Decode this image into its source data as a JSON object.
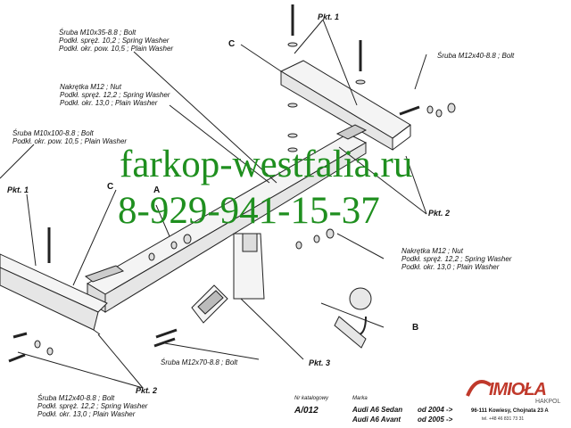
{
  "labels": {
    "bolt_top": [
      "Śruba M10x35-8.8   ;  Bolt",
      "Podkł. spręż. 10,2 ; Spring Washer",
      "Podkł. okr. pow. 10,5 ; Plain Washer"
    ],
    "nut_left": [
      "Nakrętka  M12 ; Nut",
      "Podkł. spręż. 12,2 ; Spring Washer",
      "Podkł. okr. 13,0 ;  Plain Washer"
    ],
    "bolt_left": [
      "Śruba M10x100-8.8   ;  Bolt",
      "Podkł. okr. pow. 10,5 ;  Plain Washer"
    ],
    "bolt_right": "Śruba M12x40-8.8   ;  Bolt",
    "nut_right": [
      "Nakrętka  M12 ; Nut",
      "Podkł. spręż. 12,2 ; Spring Washer",
      "Podkł. okr. 13,0 ;  Plain Washer"
    ],
    "bolt_bottom": [
      "Śruba M12x40-8.8   ;  Bolt",
      "Podkł. spręż. 12,2 ; Spring Washer",
      "Podkł. okr. 13,0 ;  Plain Washer"
    ],
    "bolt_mid": "Śruba M12x70-8.8   ;  Bolt"
  },
  "points": {
    "pkt1_top": "Pkt. 1",
    "pkt1_left": "Pkt. 1",
    "pkt2_right": "Pkt. 2",
    "pkt2_bottom": "Pkt. 2",
    "pkt3": "Pkt. 3"
  },
  "letters": {
    "c_top": "C",
    "c_left": "C",
    "a": "A",
    "b": "B"
  },
  "watermark": {
    "site": "farkop-westfalia.ru",
    "phone": "8-929-941-15-37"
  },
  "catalog": {
    "nr_label": "Nr katalogowy",
    "nr": "A/012",
    "marka_label": "Marka",
    "models": [
      {
        "name": "Audi A6 Sedan",
        "year": "od 2004 ->"
      },
      {
        "name": "Audi A6 Avant",
        "year": "od 2005 ->"
      }
    ]
  },
  "brand": {
    "logo": "IMIOŁA",
    "logo_sub": "HAKPOL",
    "address": "96-111 Kowiesy, Chojnata 23 A",
    "tel": "tel. +48 46 831 73 31",
    "color": "#c0392b"
  }
}
